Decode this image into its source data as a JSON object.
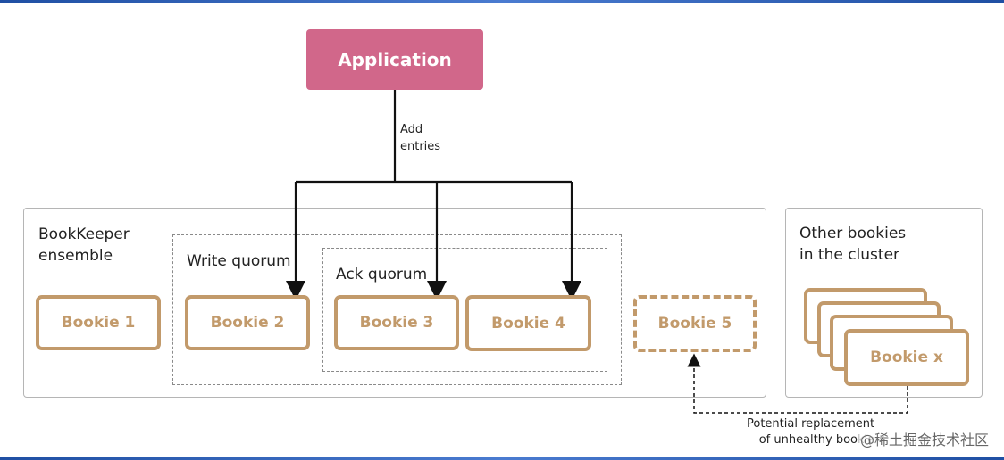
{
  "application": {
    "label": "Application"
  },
  "flow": {
    "add_entries": "Add\nentries"
  },
  "ensemble": {
    "title": "BookKeeper\nensemble"
  },
  "quorums": {
    "write": "Write quorum",
    "ack": "Ack quorum"
  },
  "bookies": [
    "Bookie 1",
    "Bookie 2",
    "Bookie 3",
    "Bookie 4",
    "Bookie 5"
  ],
  "cluster": {
    "title": "Other bookies\nin the cluster",
    "bookie_x": "Bookie x"
  },
  "replacement": {
    "label": "Potential  replacement\nof unhealthy bookie"
  },
  "watermark": "@稀土掘金技术社区",
  "colors": {
    "application": "#d1678a",
    "bookie": "#c29a6b",
    "panel_border": "#b5b5b5"
  }
}
